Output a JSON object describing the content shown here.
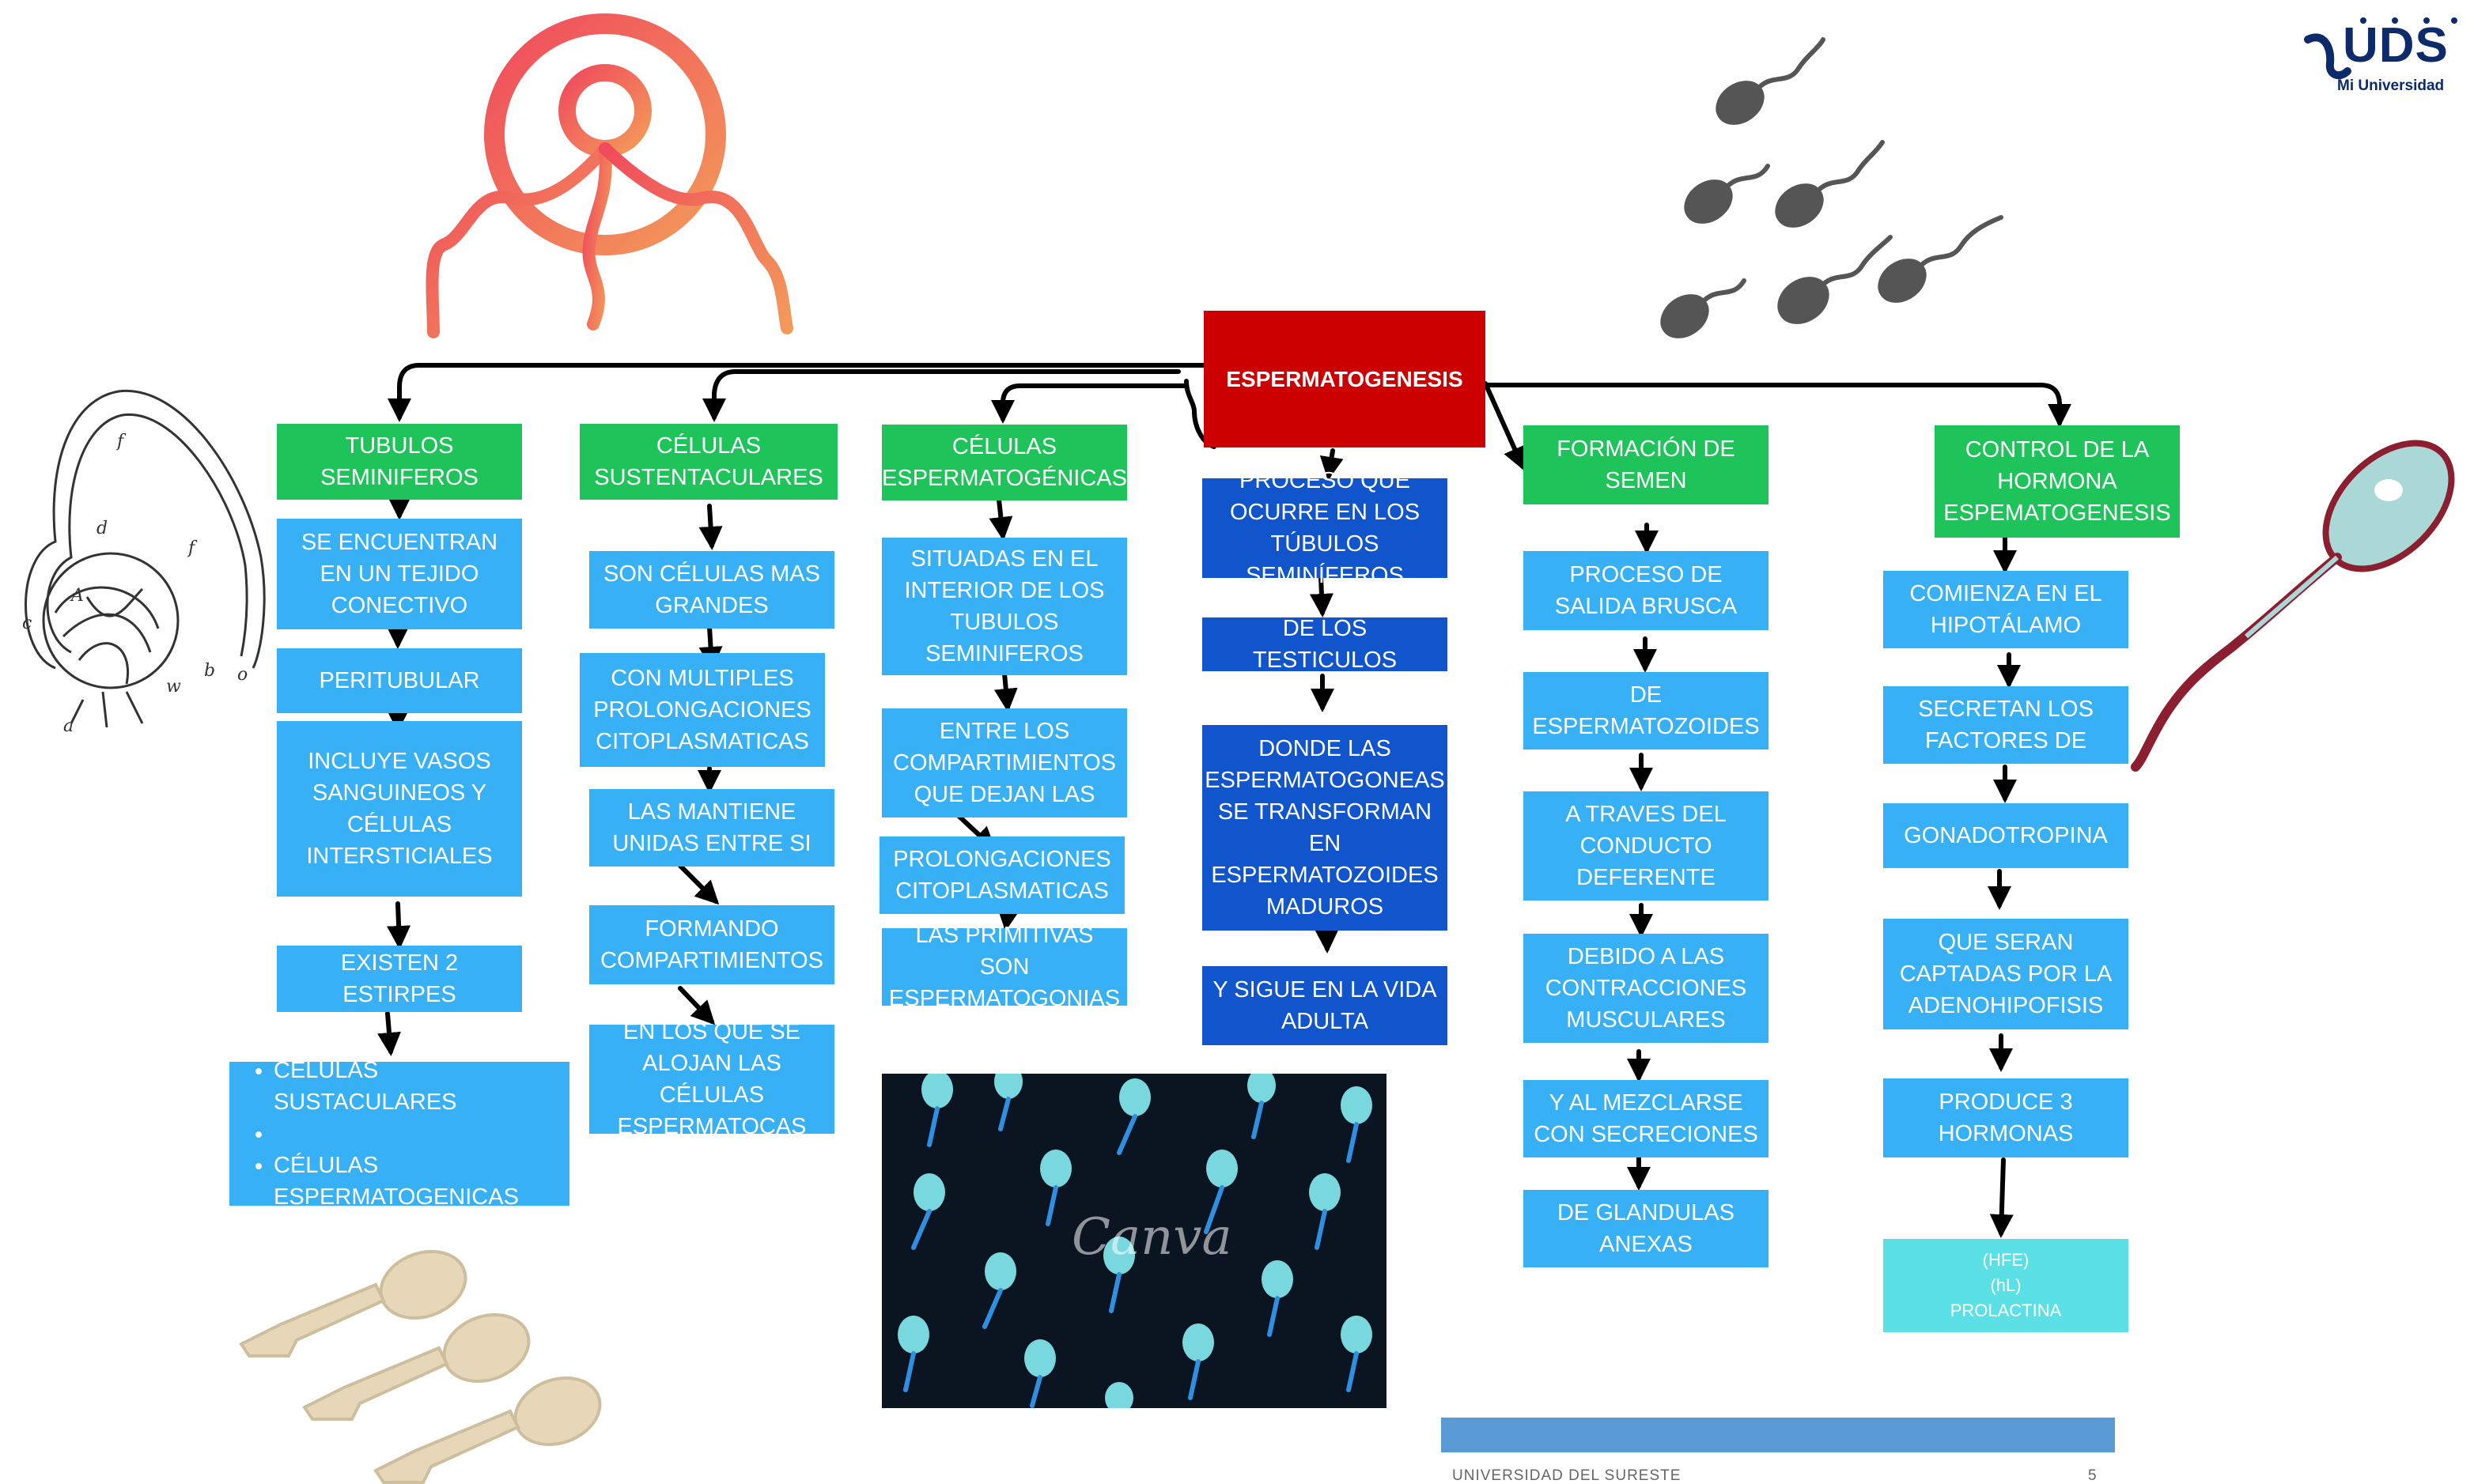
{
  "central": "ESPERMATOGENESIS",
  "columns": [
    {
      "header": "TUBULOS SEMINIFEROS",
      "items": [
        "SE ENCUENTRAN EN UN TEJIDO CONECTIVO",
        "PERITUBULAR",
        "INCLUYE VASOS SANGUINEOS Y CÉLULAS INTERSTICIALES",
        "EXISTEN 2 ESTIRPES"
      ],
      "bullets": [
        "CÉLULAS SUSTACULARES",
        "",
        "CÉLULAS ESPERMATOGENICAS"
      ]
    },
    {
      "header": "CÉLULAS SUSTENTACULARES",
      "items": [
        "SON CÉLULAS MAS GRANDES",
        "CON MULTIPLES PROLONGACIONES CITOPLASMATICAS",
        "LAS MANTIENE UNIDAS ENTRE SI",
        "FORMANDO COMPARTIMIENTOS",
        "EN LOS QUE SE ALOJAN LAS CÉLULAS ESPERMATOCAS"
      ]
    },
    {
      "header": "CÉLULAS ESPERMATOGÉNICAS",
      "items": [
        "SITUADAS EN EL INTERIOR DE LOS TUBULOS SEMINIFEROS",
        "ENTRE LOS COMPARTIMIENTOS QUE DEJAN LAS",
        "PROLONGACIONES CITOPLASMATICAS",
        "LAS PRIMITIVAS SON ESPERMATOGONIAS"
      ]
    },
    {
      "header": "",
      "items": [
        "PROCESO QUE OCURRE EN LOS TÚBULOS SEMINÍFEROS",
        "DE LOS TESTICULOS",
        "DONDE LAS ESPERMATOGONEAS SE TRANSFORMAN EN ESPERMATOZOIDES MADUROS",
        "Y SIGUE EN LA VIDA ADULTA"
      ]
    },
    {
      "header": "FORMACIÓN DE SEMEN",
      "items": [
        "PROCESO DE SALIDA BRUSCA",
        "DE ESPERMATOZOIDES",
        "A TRAVES DEL CONDUCTO DEFERENTE",
        "DEBIDO A LAS CONTRACCIONES MUSCULARES",
        "Y AL MEZCLARSE CON SECRECIONES",
        "DE GLANDULAS ANEXAS"
      ]
    },
    {
      "header": "CONTROL DE LA HORMONA ESPEMATOGENESIS",
      "items": [
        "COMIENZA EN EL HIPOTÁLAMO",
        "SECRETAN LOS FACTORES DE",
        "GONADOTROPINA",
        "QUE SERAN CAPTADAS POR LA ADENOHIPOFISIS",
        "PRODUCE 3 HORMONAS"
      ],
      "hormones": [
        "(HFE)",
        "(hL)",
        "PROLACTINA"
      ]
    }
  ],
  "footer": {
    "left": "UNIVERSIDAD DEL SURESTE",
    "page": "5"
  },
  "logo": {
    "word": "UDS",
    "tagline": "Mi Universidad"
  },
  "watermark": "Canva",
  "colors": {
    "central": "#cc0000",
    "header": "#1ec45a",
    "item": "#38b0f5",
    "process": "#1155cc",
    "hormones": "#5be0e6",
    "footer_bar": "#5b9bd5"
  }
}
